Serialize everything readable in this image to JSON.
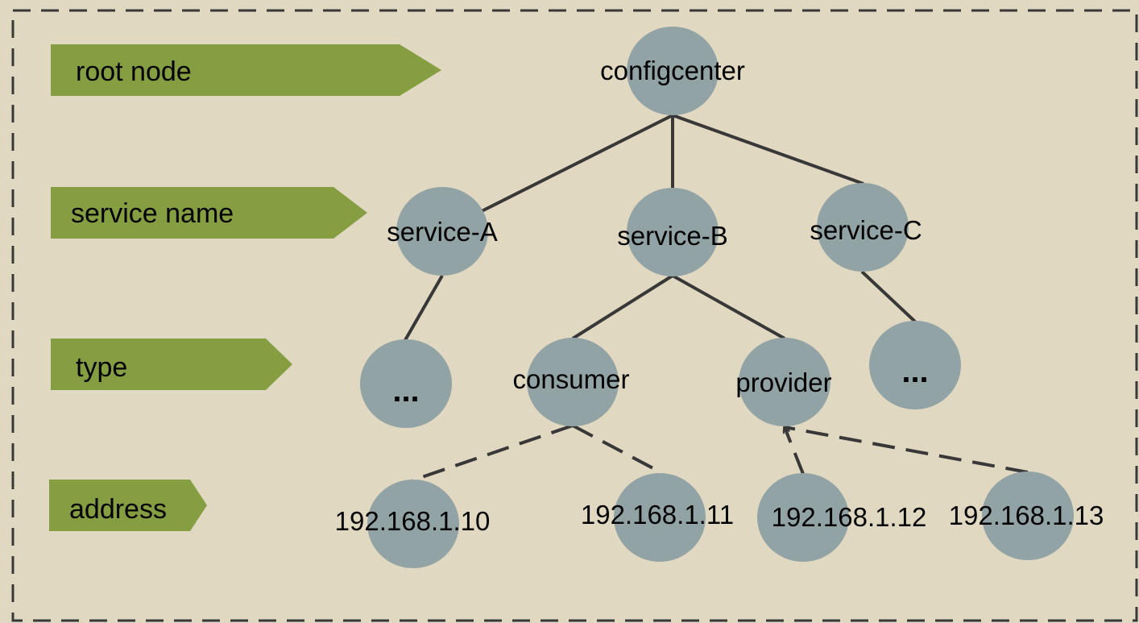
{
  "colors": {
    "background": "#e1d8c1",
    "level_arrow": "#869e42",
    "node": "#91a3a4",
    "edge": "#383838",
    "border": "#383838"
  },
  "levels": [
    {
      "id": "root",
      "label": "root node"
    },
    {
      "id": "service",
      "label": "service name"
    },
    {
      "id": "type",
      "label": "type"
    },
    {
      "id": "address",
      "label": "address"
    }
  ],
  "nodes": [
    {
      "id": "configcenter",
      "label": "configcenter"
    },
    {
      "id": "service-a",
      "label": "service-A"
    },
    {
      "id": "service-b",
      "label": "service-B"
    },
    {
      "id": "service-c",
      "label": "service-C"
    },
    {
      "id": "a-more",
      "label": "..."
    },
    {
      "id": "consumer",
      "label": "consumer"
    },
    {
      "id": "provider",
      "label": "provider"
    },
    {
      "id": "c-more",
      "label": "..."
    },
    {
      "id": "ip-10",
      "label": "192.168.1.10"
    },
    {
      "id": "ip-11",
      "label": "192.168.1.11"
    },
    {
      "id": "ip-12",
      "label": "192.168.1.12"
    },
    {
      "id": "ip-13",
      "label": "192.168.1.13"
    }
  ],
  "edges": [
    {
      "from": "configcenter",
      "to": "service-a",
      "style": "solid"
    },
    {
      "from": "configcenter",
      "to": "service-b",
      "style": "solid"
    },
    {
      "from": "configcenter",
      "to": "service-c",
      "style": "solid"
    },
    {
      "from": "service-a",
      "to": "a-more",
      "style": "solid"
    },
    {
      "from": "service-b",
      "to": "consumer",
      "style": "solid"
    },
    {
      "from": "service-b",
      "to": "provider",
      "style": "solid"
    },
    {
      "from": "service-c",
      "to": "c-more",
      "style": "solid"
    },
    {
      "from": "consumer",
      "to": "ip-10",
      "style": "dashed"
    },
    {
      "from": "consumer",
      "to": "ip-11",
      "style": "dashed"
    },
    {
      "from": "ip-12",
      "to": "provider",
      "style": "dashed-arrow"
    },
    {
      "from": "ip-13",
      "to": "provider",
      "style": "dashed-arrow"
    }
  ]
}
